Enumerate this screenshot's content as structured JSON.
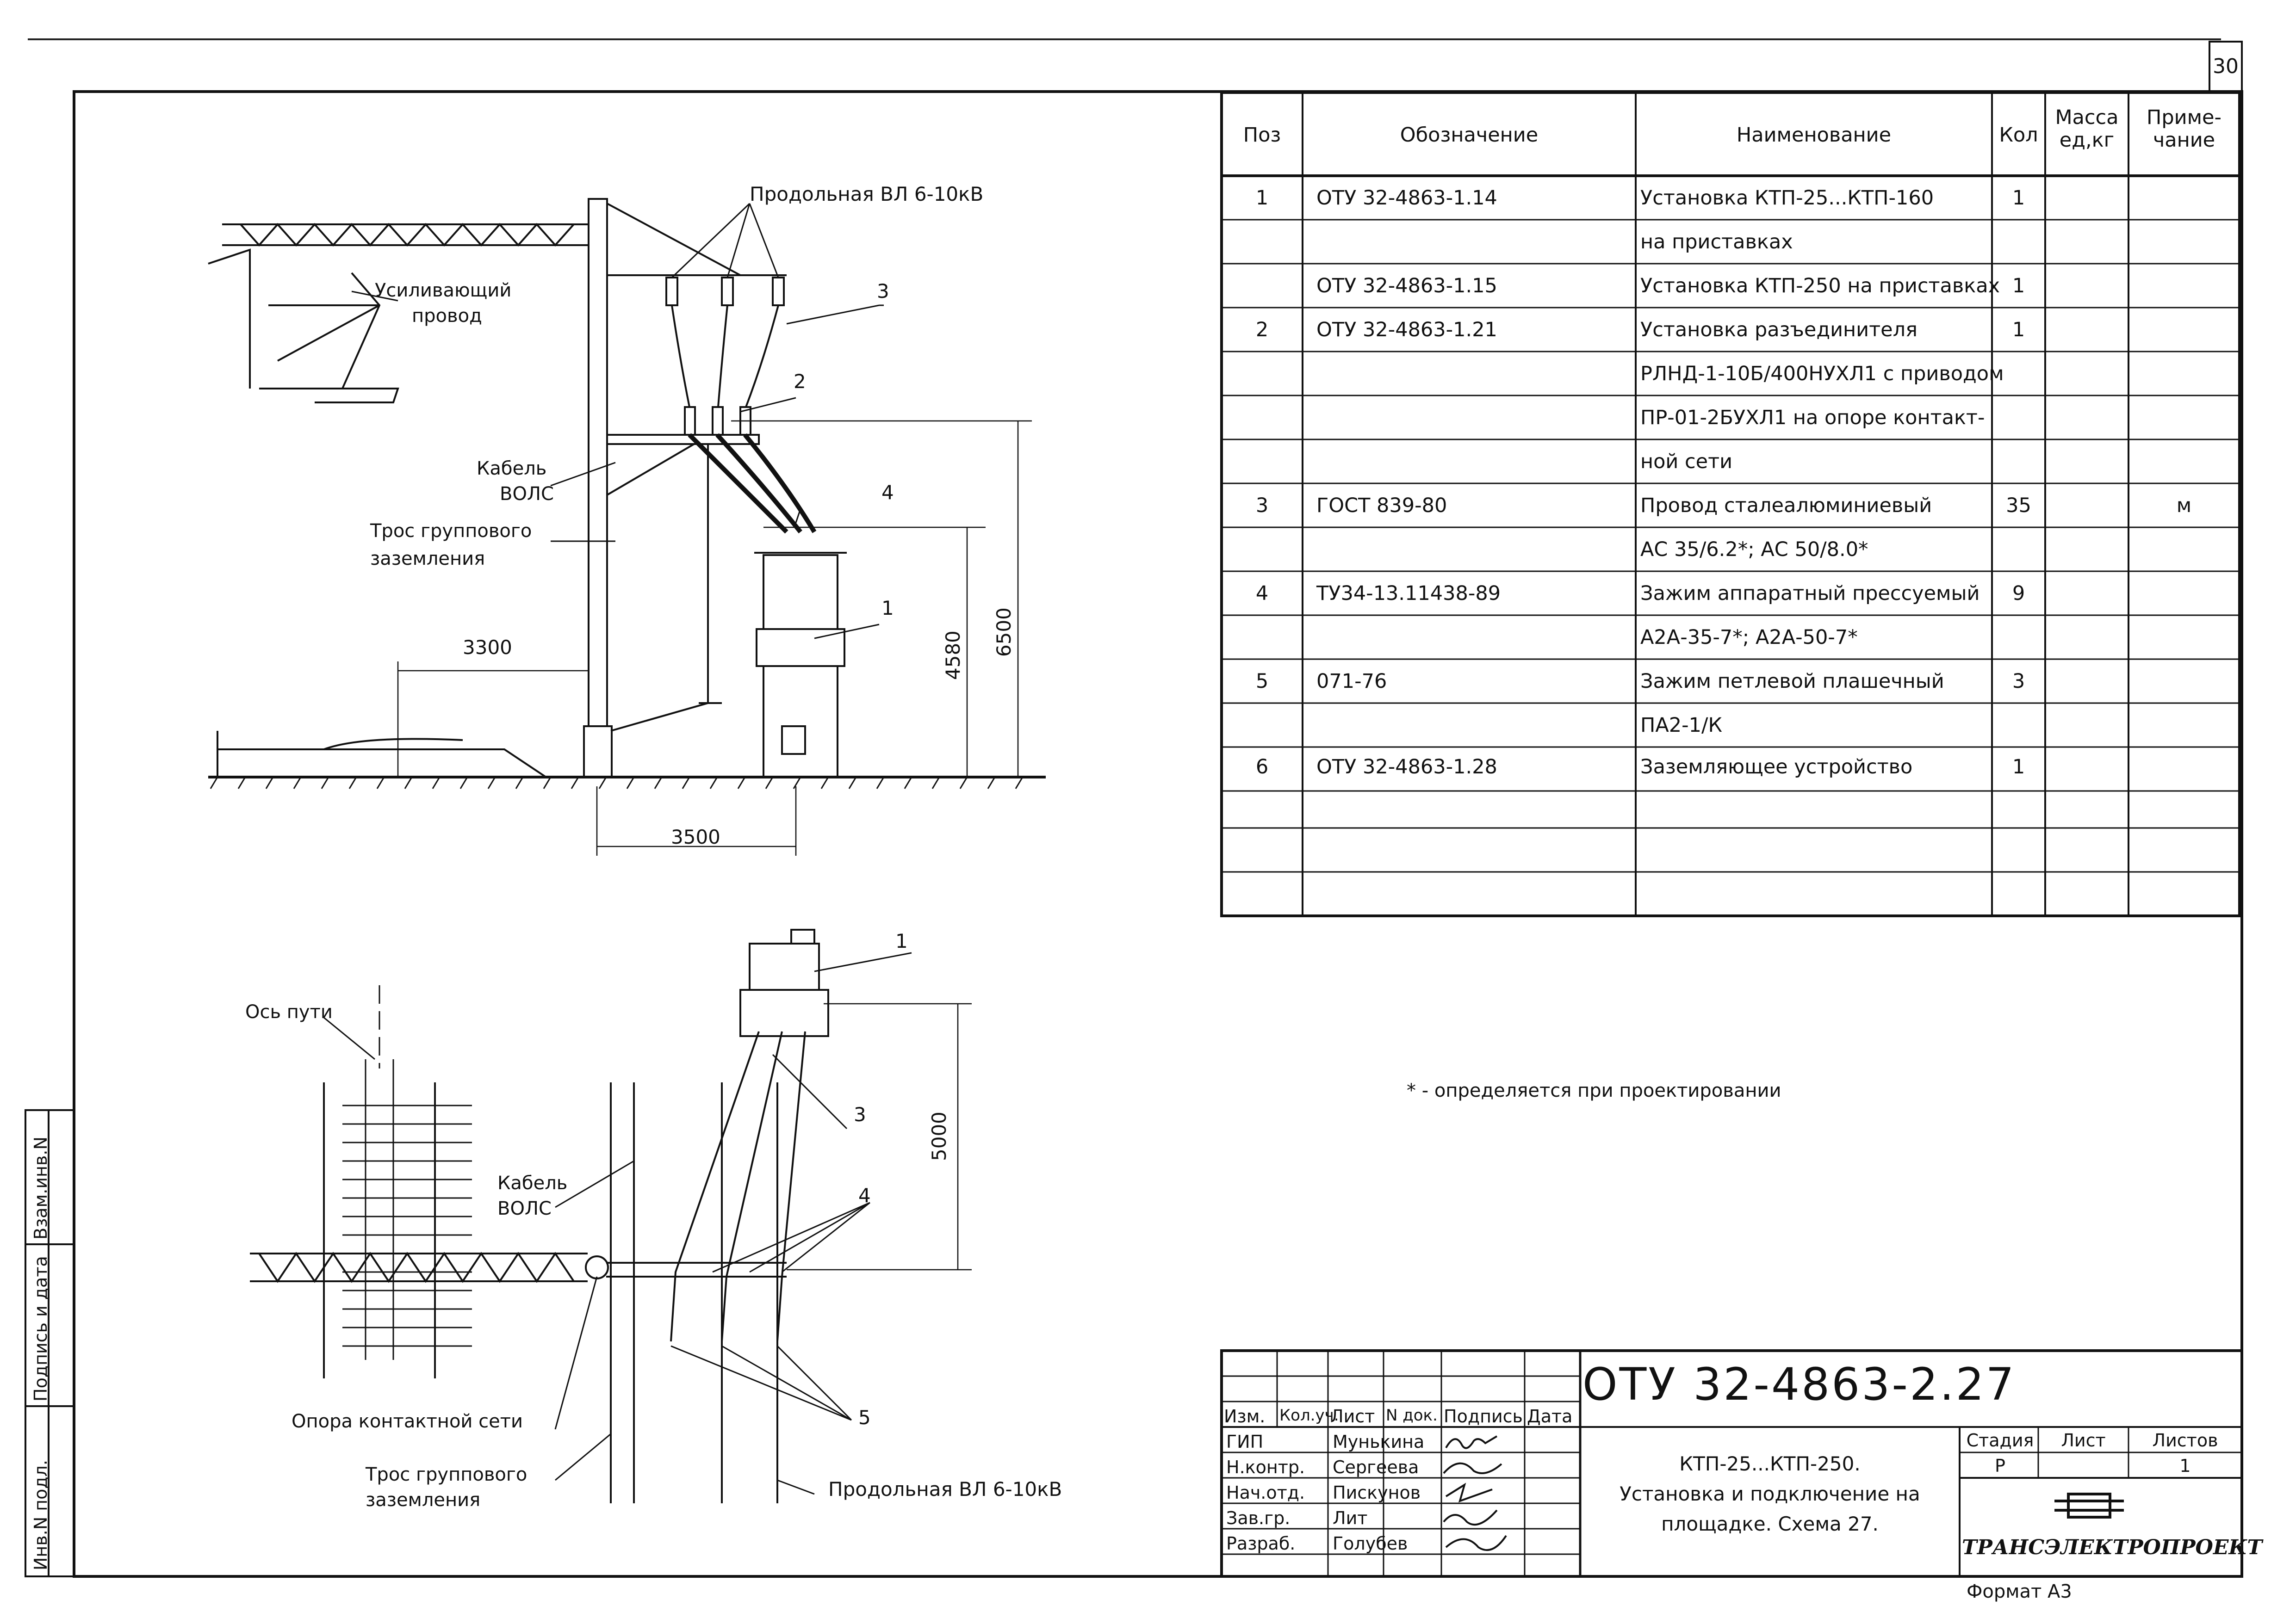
{
  "sheet": {
    "number": "30",
    "code": "ОТУ 32-4863-2.27",
    "format": "Формат А3"
  },
  "stamp_left": {
    "inv_orig": "Инв.N подл.",
    "sign_date": "Подпись и дата",
    "inv_replace": "Взам.инв.N"
  },
  "spec": {
    "headers": [
      "Поз",
      "Обозначение",
      "Наименование",
      "Кол",
      "Масса ед,кг",
      "Приме- чание"
    ],
    "rows": [
      [
        "1",
        "ОТУ 32-4863-1.14",
        "Установка КТП-25...КТП-160",
        "1",
        "",
        ""
      ],
      [
        "",
        "",
        "на приставках",
        "",
        "",
        ""
      ],
      [
        "",
        "ОТУ 32-4863-1.15",
        "Установка КТП-250 на приставках",
        "1",
        "",
        ""
      ],
      [
        "2",
        "ОТУ 32-4863-1.21",
        "Установка разъединителя",
        "1",
        "",
        ""
      ],
      [
        "",
        "",
        "РЛНД-1-10Б/400НУХЛ1 с приводом",
        "",
        "",
        ""
      ],
      [
        "",
        "",
        "ПР-01-2БУХЛ1 на опоре контакт-",
        "",
        "",
        ""
      ],
      [
        "",
        "",
        "ной сети",
        "",
        "",
        ""
      ],
      [
        "3",
        "ГОСТ 839-80",
        "Провод сталеалюминиевый",
        "35",
        "",
        "м"
      ],
      [
        "",
        "",
        "АС 35/6.2*; АС 50/8.0*",
        "",
        "",
        ""
      ],
      [
        "4",
        "ТУ34-13.11438-89",
        "Зажим аппаратный прессуемый",
        "9",
        "",
        ""
      ],
      [
        "",
        "",
        "А2А-35-7*; А2А-50-7*",
        "",
        "",
        ""
      ],
      [
        "5",
        "071-76",
        "Зажим петлевой плашечный",
        "3",
        "",
        ""
      ],
      [
        "",
        "",
        "ПА2-1/К",
        "",
        "",
        ""
      ],
      [
        "6",
        "ОТУ 32-4863-1.28",
        "Заземляющее устройство",
        "1",
        "",
        ""
      ],
      [
        "",
        "",
        "",
        "",
        "",
        ""
      ],
      [
        "",
        "",
        "",
        "",
        "",
        ""
      ],
      [
        "",
        "",
        "",
        "",
        "",
        ""
      ]
    ]
  },
  "note": "* - определяется при проектировании",
  "drawing_top": {
    "labels": {
      "vl": "Продольная ВЛ 6-10кВ",
      "reinforcing": "Усиливающий",
      "reinforcing2": "провод",
      "cable": "Кабель",
      "cable2": "ВОЛС",
      "rope": "Трос группового",
      "rope2": "заземления",
      "dim_3300": "3300",
      "dim_3500": "3500",
      "dim_4580": "4580",
      "dim_6500": "6500",
      "pos1": "1",
      "pos2": "2",
      "pos3": "3",
      "pos4": "4"
    }
  },
  "drawing_bottom": {
    "labels": {
      "axis": "Ось пути",
      "cable": "Кабель",
      "cable2": "ВОЛС",
      "support": "Опора контактной сети",
      "rope": "Трос группового",
      "rope2": "заземления",
      "vl": "Продольная ВЛ 6-10кВ",
      "dim_5000": "5000",
      "pos1": "1",
      "pos3": "3",
      "pos4": "4",
      "pos5": "5"
    }
  },
  "title_block": {
    "col_headers": [
      "Изм.",
      "Кол.уч.",
      "Лист",
      "N док.",
      "Подпись",
      "Дата"
    ],
    "people": [
      {
        "role": "ГИП",
        "name": "Мунькина"
      },
      {
        "role": "Н.контр.",
        "name": "Сергеева"
      },
      {
        "role": "Нач.отд.",
        "name": "Пискунов"
      },
      {
        "role": "Зав.гр.",
        "name": "Лит"
      },
      {
        "role": "Разраб.",
        "name": "Голубев"
      }
    ],
    "doc_code": "ОТУ 32-4863-2.27",
    "title_line1": "КТП-25...КТП-250.",
    "title_line2": "Установка и подключение на",
    "title_line3": "площадке. Схема 27.",
    "stage_label": "Стадия",
    "sheet_label": "Лист",
    "sheets_label": "Листов",
    "stage_value": "Р",
    "sheet_value": "",
    "sheets_value": "1",
    "org": "ТРАНСЭЛЕКТРОПРОЕКТ"
  }
}
